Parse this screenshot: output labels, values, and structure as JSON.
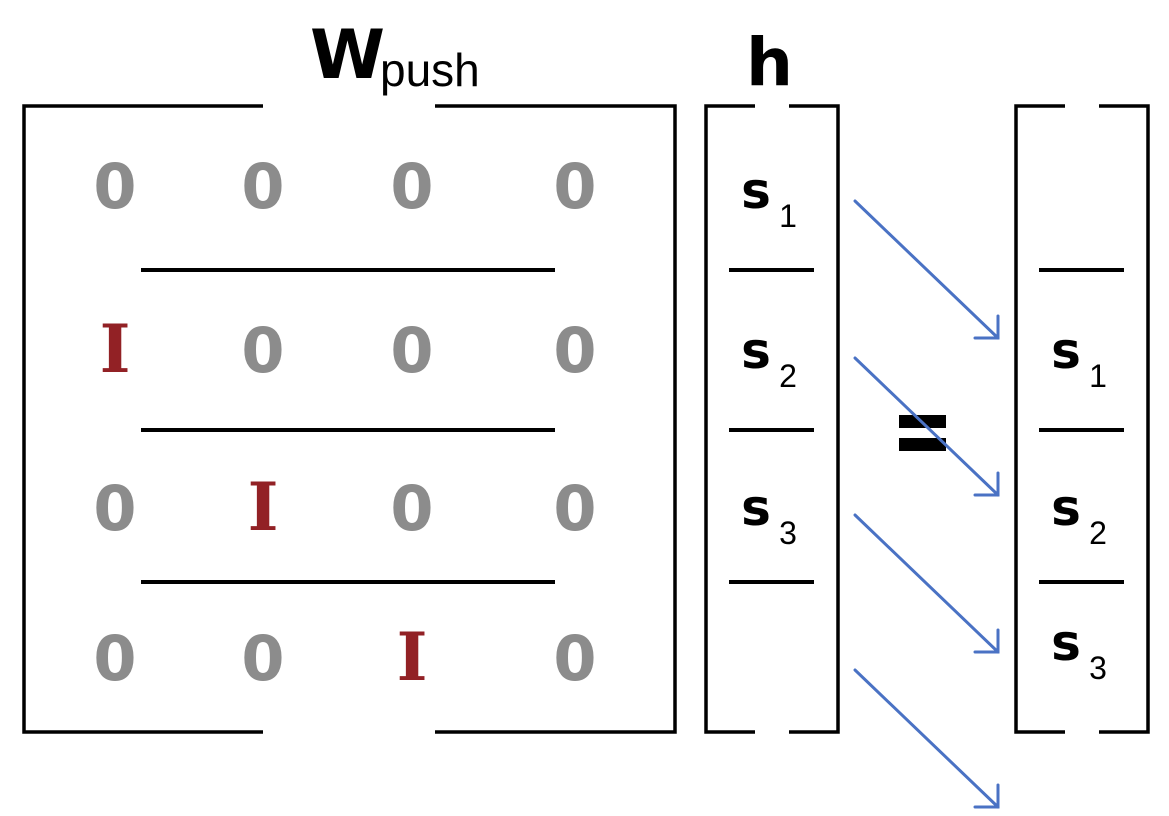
{
  "matrix": {
    "label_main": "W",
    "label_sub": "push",
    "rows": [
      [
        "0",
        "0",
        "0",
        "0"
      ],
      [
        "I",
        "0",
        "0",
        "0"
      ],
      [
        "0",
        "I",
        "0",
        "0"
      ],
      [
        "0",
        "0",
        "I",
        "0"
      ]
    ]
  },
  "input_vector": {
    "label": "h",
    "cells": [
      {
        "symbol": "s",
        "subscript": "1"
      },
      {
        "symbol": "s",
        "subscript": "2"
      },
      {
        "symbol": "s",
        "subscript": "3"
      },
      {
        "symbol": "",
        "subscript": ""
      }
    ]
  },
  "equals": "=",
  "output_vector": {
    "cells": [
      {
        "symbol": "",
        "subscript": ""
      },
      {
        "symbol": "s",
        "subscript": "1"
      },
      {
        "symbol": "s",
        "subscript": "2"
      },
      {
        "symbol": "s",
        "subscript": "3"
      }
    ]
  },
  "arrows": {
    "count": 4,
    "color": "#4a72c4",
    "meaning": "shift down by one"
  },
  "colors": {
    "zero": "#8c8c8c",
    "identity": "#922125",
    "bracket": "#000000"
  }
}
